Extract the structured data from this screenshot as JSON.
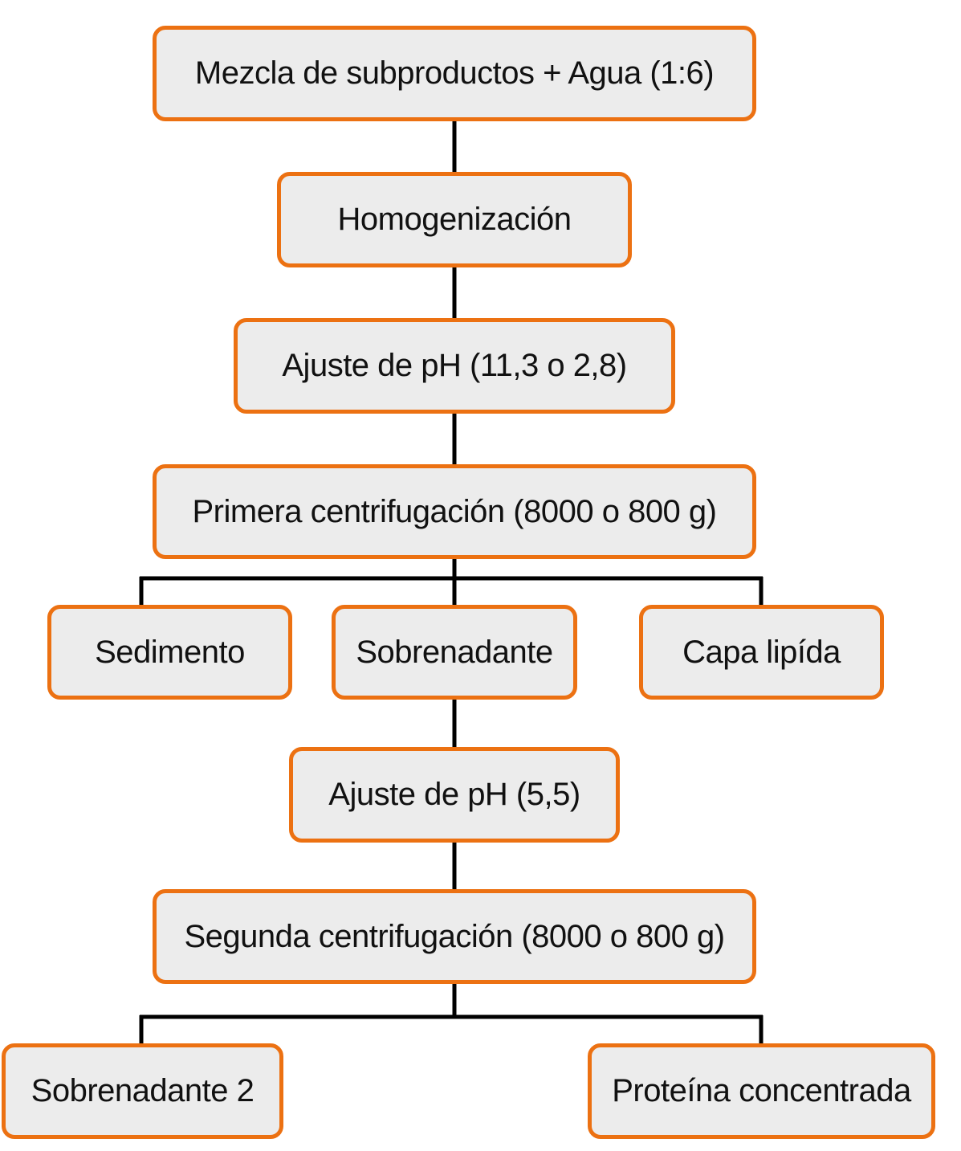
{
  "diagram": {
    "colors": {
      "box_fill": "#ececec",
      "box_border": "#ec7112",
      "connector": "#000000",
      "text": "#111111"
    },
    "nodes": {
      "mezcla": "Mezcla de subproductos + Agua (1:6)",
      "homogenizacion": "Homogenización",
      "ajuste_ph_1": "Ajuste de pH (11,3 o 2,8)",
      "primera_centrifugacion": "Primera centrifugación (8000 o 800 g)",
      "sedimento": "Sedimento",
      "sobrenadante": "Sobrenadante",
      "capa_lipida": "Capa lipída",
      "ajuste_ph_2": "Ajuste de pH (5,5)",
      "segunda_centrifugacion": "Segunda centrifugación (8000 o 800 g)",
      "sobrenadante_2": "Sobrenadante 2",
      "proteina_concentrada": "Proteína concentrada"
    }
  }
}
